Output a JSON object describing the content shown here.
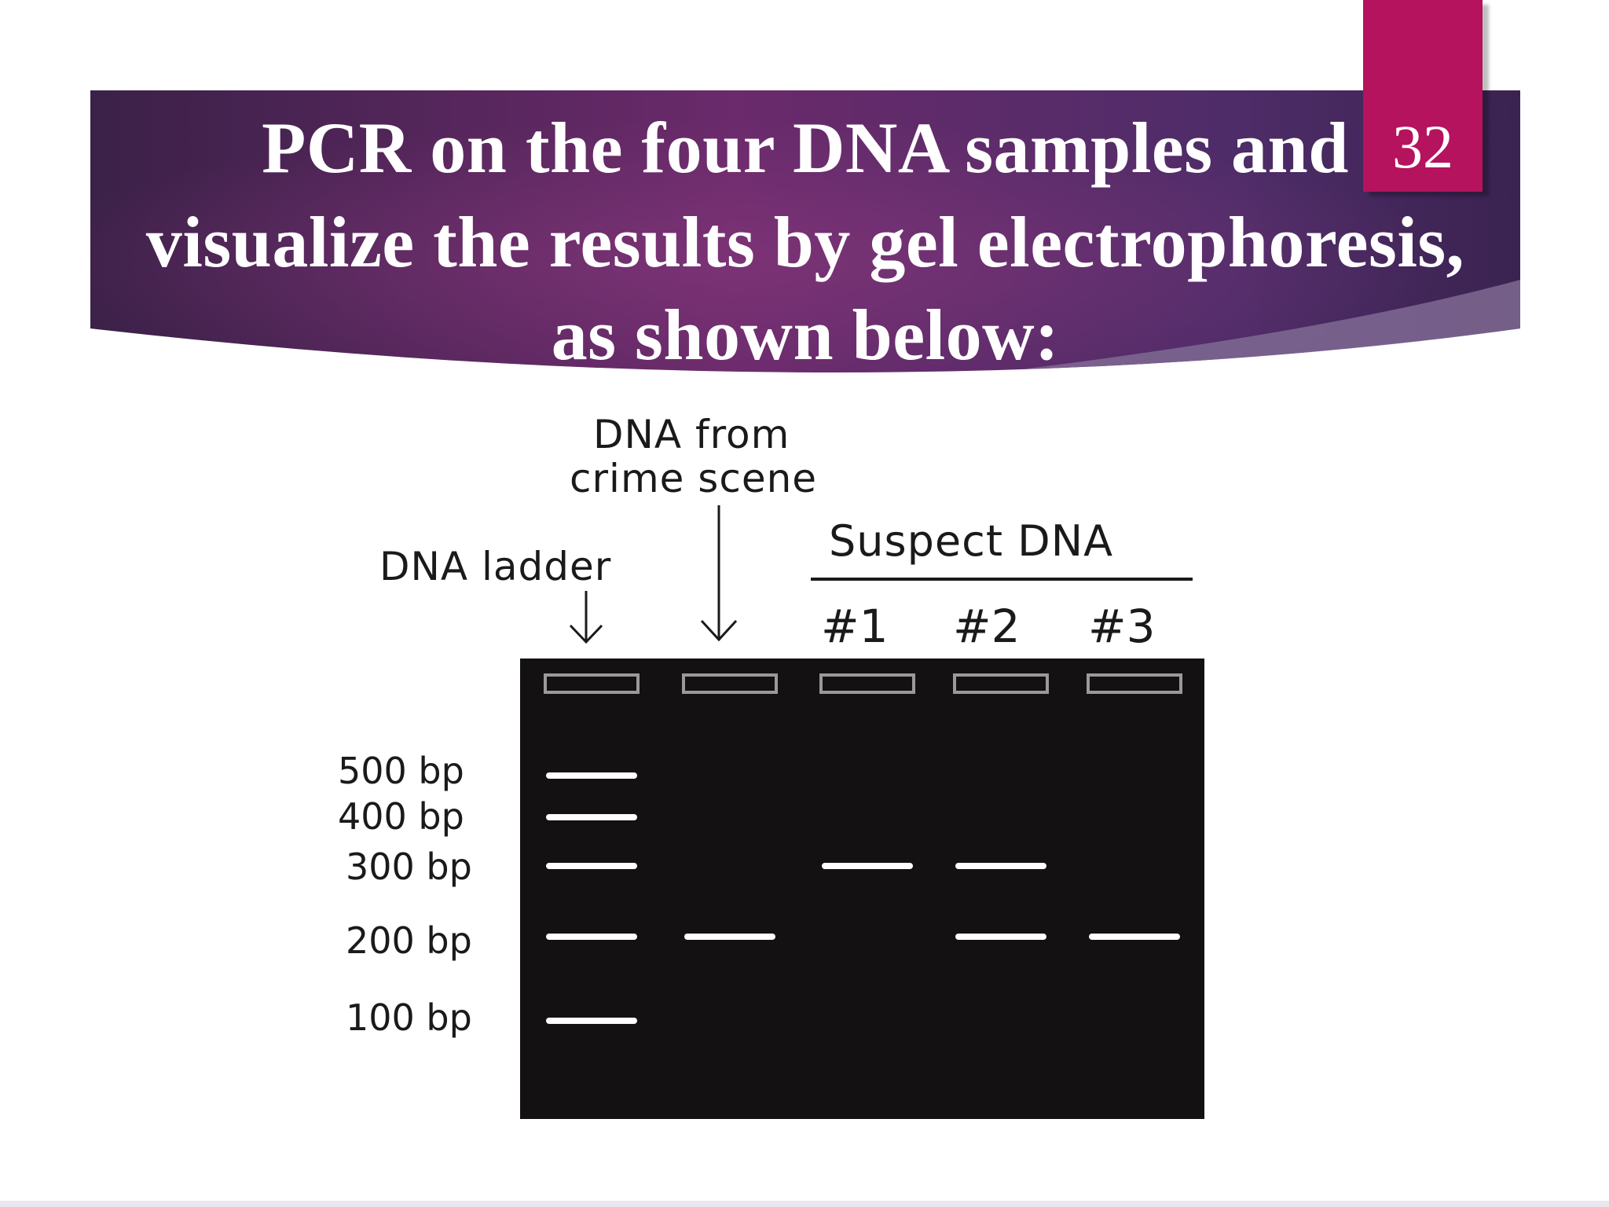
{
  "slide": {
    "number": "32",
    "title_lines": [
      "PCR on the four DNA samples and",
      "visualize the results by gel electrophoresis,",
      "as shown below:"
    ],
    "colors": {
      "banner_dark": "#3d2149",
      "banner_mid": "#6a2a6b",
      "accent_tab": "#b5135e",
      "gel": "#141112",
      "band": "#ffffff"
    }
  },
  "diagram": {
    "labels": {
      "crime_scene_line1": "DNA from",
      "crime_scene_line2": "crime scene",
      "ladder": "DNA ladder",
      "suspect": "Suspect DNA",
      "suspect_numbers": [
        "#1",
        "#2",
        "#3"
      ]
    },
    "size_markers": [
      "500 bp",
      "400 bp",
      "300 bp",
      "200 bp",
      "100 bp"
    ],
    "lanes": [
      {
        "name": "DNA ladder",
        "bands_bp": [
          500,
          400,
          300,
          200,
          100
        ]
      },
      {
        "name": "DNA from crime scene",
        "bands_bp": [
          200
        ]
      },
      {
        "name": "#1",
        "bands_bp": [
          300
        ]
      },
      {
        "name": "#2",
        "bands_bp": [
          300,
          200
        ]
      },
      {
        "name": "#3",
        "bands_bp": [
          200
        ]
      }
    ]
  }
}
